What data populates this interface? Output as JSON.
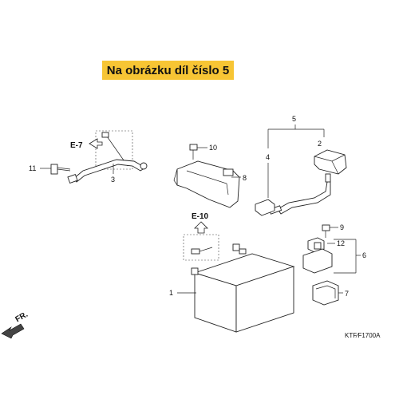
{
  "banner": {
    "text": "Na obrázku díl číslo 5",
    "color": "#f7c534"
  },
  "callouts": {
    "n1": "1",
    "n2": "2",
    "n3": "3",
    "n4": "4",
    "n5": "5",
    "n6": "6",
    "n7": "7",
    "n8": "8",
    "n9": "9",
    "n10": "10",
    "n11": "11",
    "n12": "12"
  },
  "refs": {
    "e7": "E-7",
    "e10": "E-10"
  },
  "direction": {
    "fr": "FR."
  },
  "diagram_code": "KTF∕F1700A"
}
